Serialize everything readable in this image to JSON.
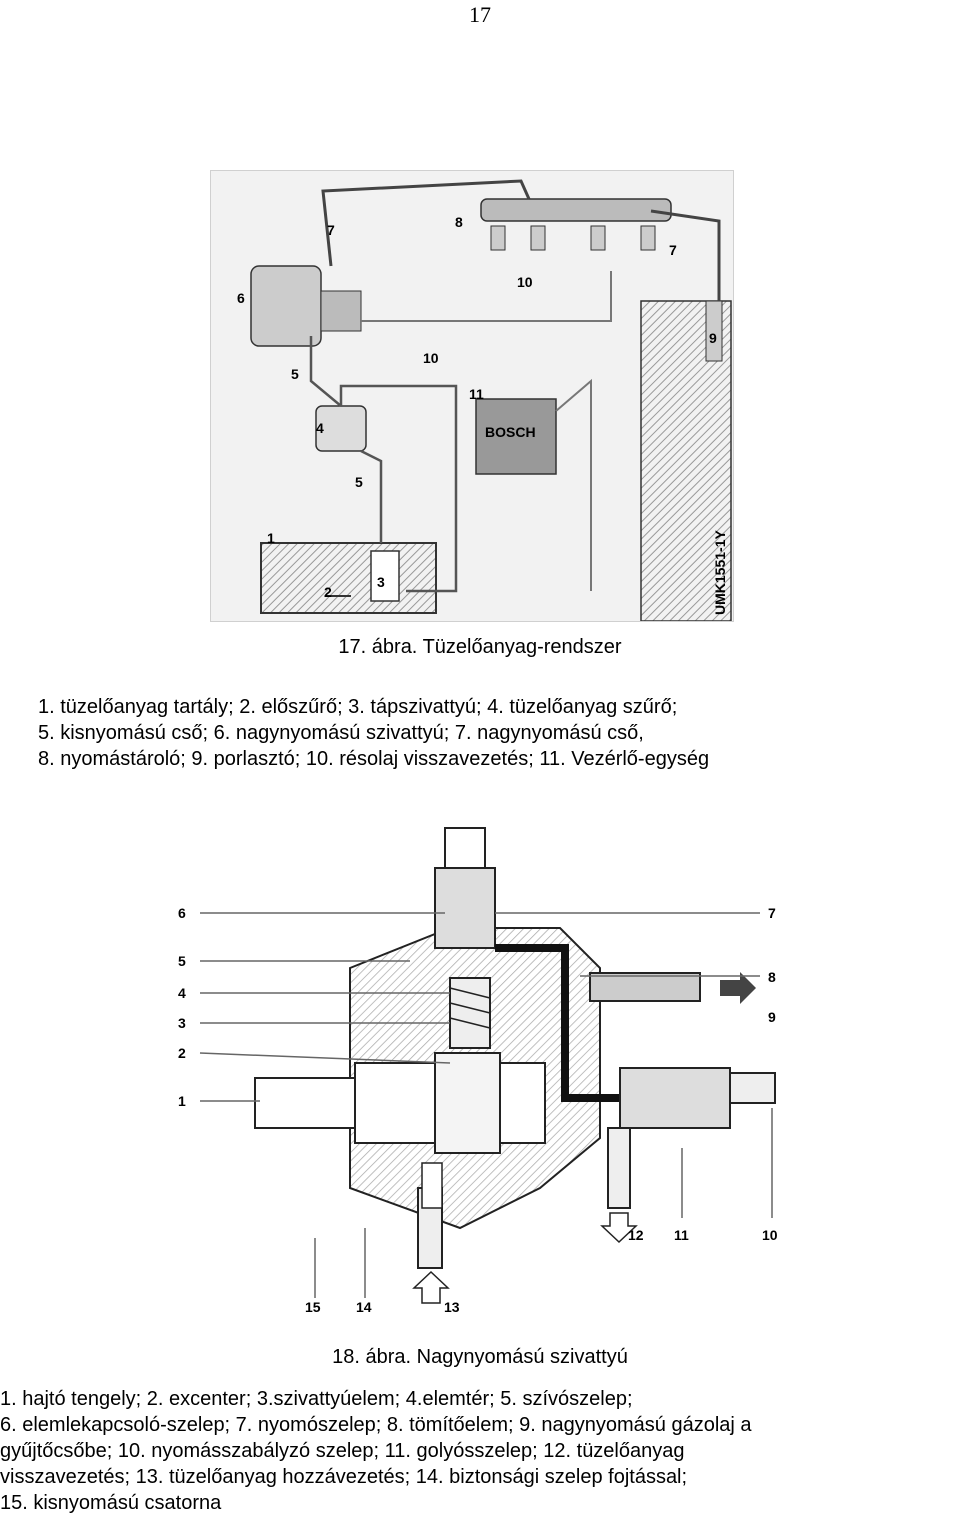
{
  "page_number": "17",
  "figure17": {
    "caption": "17. ábra. Tüzelőanyag-rendszer",
    "callouts": [
      "1",
      "2",
      "3",
      "4",
      "5",
      "5",
      "6",
      "7",
      "7",
      "8",
      "9",
      "10",
      "10",
      "11"
    ],
    "logo_text": "BOSCH",
    "code": "UMK1551-1Y",
    "legend_lines": [
      "1.  tüzelőanyag tartály; 2. előszűrő; 3. tápszivattyú; 4. tüzelőanyag szűrő;",
      "5. kisnyomású cső; 6. nagynyomású szivattyú; 7. nagynyomású cső,",
      "8. nyomástároló; 9. porlasztó; 10. résolaj visszavezetés; 11. Vezérlő-egység"
    ]
  },
  "figure18": {
    "caption": "18. ábra. Nagynyomású szivattyú",
    "callouts_left": [
      "6",
      "5",
      "4",
      "3",
      "2",
      "1"
    ],
    "callouts_right": [
      "7",
      "8",
      "9"
    ],
    "callouts_bottom": [
      "15",
      "14",
      "13",
      "12",
      "11",
      "10"
    ],
    "legend_lines": [
      "1. hajtó tengely; 2. excenter; 3.szivattyúelem; 4.elemtér; 5. szívószelep;",
      "6. elemlekapcsoló-szelep; 7. nyomószelep; 8. tömítőelem; 9. nagynyomású gázolaj a",
      "gyűjtőcsőbe; 10. nyomásszabályzó szelep; 11. golyósszelep; 12. tüzelőanyag",
      "visszavezetés; 13. tüzelőanyag hozzávezetés; 14. biztonsági szelep fojtással;",
      "15. kisnyomású csatorna"
    ]
  }
}
